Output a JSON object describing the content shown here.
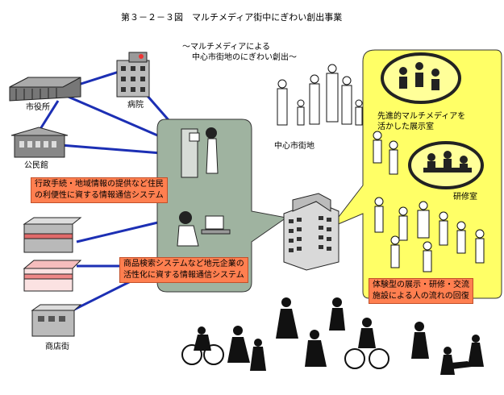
{
  "title": "第３－２－３図　マルチメディア街中にぎわい創出事業",
  "subtitle_line1": "～マルチメディアによる",
  "subtitle_line2": "中心市街地のにぎわい創出～",
  "labels": {
    "city_hall": "市役所",
    "hospital": "病院",
    "community_hall": "公民館",
    "shopping_street": "商店街",
    "city_center": "中心市街地",
    "training_room": "研修室"
  },
  "showroom_line1": "先進的マルチメディアを",
  "showroom_line2": "活かした展示室",
  "box_admin_line1": "行政手続・地域情報の提供など住民",
  "box_admin_line2": "の利便性に資する情報通信システム",
  "box_commerce_line1": "商品検索システムなど地元企業の",
  "box_commerce_line2": "活性化に資する情報通信システム",
  "box_flow_line1": "体験型の展示・研修・交流",
  "box_flow_line2": "施設による人の流れの回復",
  "colors": {
    "connector": "#1c2fb4",
    "panel_green": "#9fb3a0",
    "panel_yellow": "#ffff66",
    "box_orange": "#ff7f50",
    "building": "#3a3a3a"
  }
}
